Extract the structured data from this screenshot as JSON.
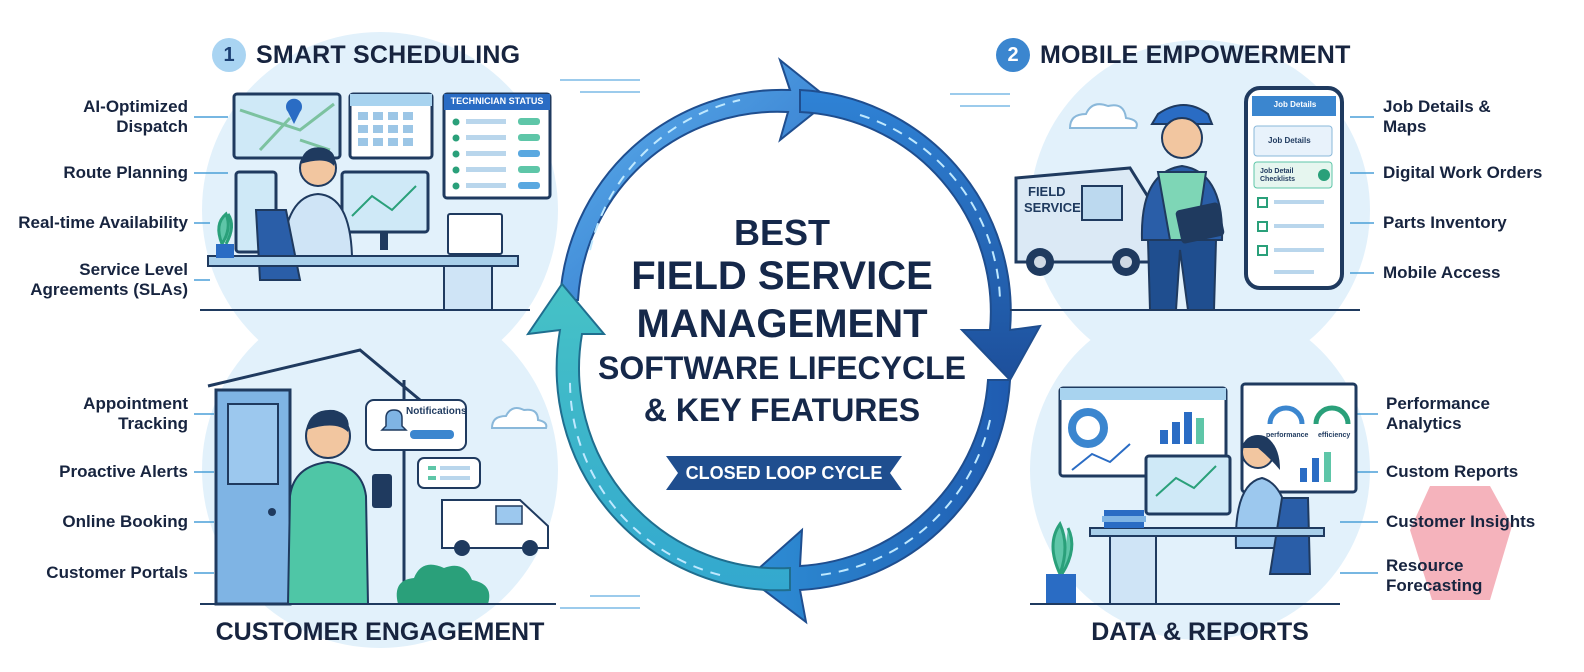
{
  "center": {
    "line1": "BEST",
    "line2": "FIELD SERVICE",
    "line3": "MANAGEMENT",
    "line4": "SOFTWARE LIFECYCLE",
    "line5": "& KEY FEATURES",
    "ribbon": "CLOSED LOOP CYCLE"
  },
  "sections": {
    "scheduling": {
      "number": "1",
      "title": "SMART SCHEDULING",
      "features": [
        "AI-Optimized\nDispatch",
        "Route Planning",
        "Real-time Availability",
        "Service Level\nAgreements (SLAs)"
      ],
      "status_panel_title": "TECHNICIAN STATUS"
    },
    "mobile": {
      "number": "2",
      "title": "MOBILE EMPOWERMENT",
      "features": [
        "Job Details &\nMaps",
        "Digital Work Orders",
        "Parts Inventory",
        "Mobile Access"
      ],
      "van_text_1": "FIELD",
      "van_text_2": "SERVICE",
      "phone_header": "Job Details",
      "phone_card": "Job Details",
      "phone_checklist": "Job Detail Checklists"
    },
    "engagement": {
      "title": "CUSTOMER ENGAGEMENT",
      "features": [
        "Appointment\nTracking",
        "Proactive Alerts",
        "Online Booking",
        "Customer Portals"
      ],
      "notification_label": "Notifications"
    },
    "reports": {
      "title": "DATA & REPORTS",
      "features": [
        "Performance\nAnalytics",
        "Custom Reports",
        "Customer Insights",
        "Resource\nForecasting"
      ],
      "gauge_label_1": "performance",
      "gauge_label_2": "efficiency"
    }
  },
  "colors": {
    "ring_dark": "#2a6cc4",
    "ring_light": "#3fb8c8",
    "ink": "#17243f",
    "scene_bg": "#dff0fb"
  }
}
